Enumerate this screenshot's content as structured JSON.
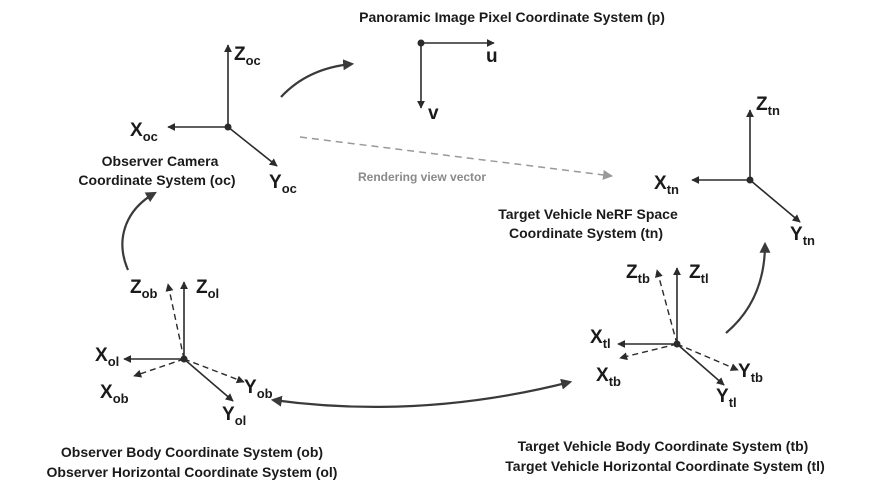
{
  "frames": {
    "p": {
      "title": "Panoramic Image Pixel Coordinate System (p)",
      "u_label": "u",
      "v_label": "v"
    },
    "oc": {
      "title_line1": "Observer Camera",
      "title_line2": "Coordinate System (oc)",
      "z": {
        "main": "Z",
        "sub": "oc"
      },
      "x": {
        "main": "X",
        "sub": "oc"
      },
      "y": {
        "main": "Y",
        "sub": "oc"
      }
    },
    "tn": {
      "title_line1": "Target Vehicle NeRF Space",
      "title_line2": "Coordinate System (tn)",
      "z": {
        "main": "Z",
        "sub": "tn"
      },
      "x": {
        "main": "X",
        "sub": "tn"
      },
      "y": {
        "main": "Y",
        "sub": "tn"
      }
    },
    "observer_body": {
      "title_line1": "Observer Body Coordinate System (ob)",
      "title_line2": "Observer Horizontal Coordinate System (ol)",
      "zob": {
        "main": "Z",
        "sub": "ob"
      },
      "zol": {
        "main": "Z",
        "sub": "ol"
      },
      "xol": {
        "main": "X",
        "sub": "ol"
      },
      "xob": {
        "main": "X",
        "sub": "ob"
      },
      "yob": {
        "main": "Y",
        "sub": "ob"
      },
      "yol": {
        "main": "Y",
        "sub": "ol"
      }
    },
    "target_body": {
      "title_line1": "Target Vehicle Body Coordinate System (tb)",
      "title_line2": "Target Vehicle Horizontal Coordinate System (tl)",
      "ztb": {
        "main": "Z",
        "sub": "tb"
      },
      "ztl": {
        "main": "Z",
        "sub": "tl"
      },
      "xtl": {
        "main": "X",
        "sub": "tl"
      },
      "xtb": {
        "main": "X",
        "sub": "tb"
      },
      "ytb": {
        "main": "Y",
        "sub": "tb"
      },
      "ytl": {
        "main": "Y",
        "sub": "tl"
      }
    }
  },
  "view_vector_label": "Rendering view vector"
}
